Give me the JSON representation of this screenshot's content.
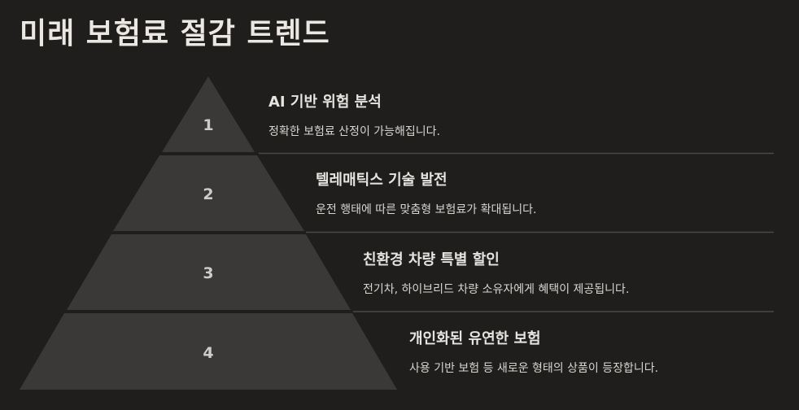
{
  "title": "미래 보험료 절감 트렌드",
  "tiers": [
    {
      "number": "1",
      "heading": "AI 기반 위험 분석",
      "description": "정확한 보험료 산정이 가능해집니다."
    },
    {
      "number": "2",
      "heading": "텔레매틱스 기술 발전",
      "description": "운전 행태에 따른 맞춤형 보험료가 확대됩니다."
    },
    {
      "number": "3",
      "heading": "친환경 차량 특별 할인",
      "description": "전기차, 하이브리드 차량 소유자에게 혜택이 제공됩니다."
    },
    {
      "number": "4",
      "heading": "개인화된 유연한 보험",
      "description": "사용 기반 보험 등 새로운 형태의 상품이 등장합니다."
    }
  ],
  "colors": {
    "background": "#1f1e1d",
    "tier_fill": "#3a3937",
    "separator": "#4a4946",
    "text": "#e6e4e0"
  }
}
